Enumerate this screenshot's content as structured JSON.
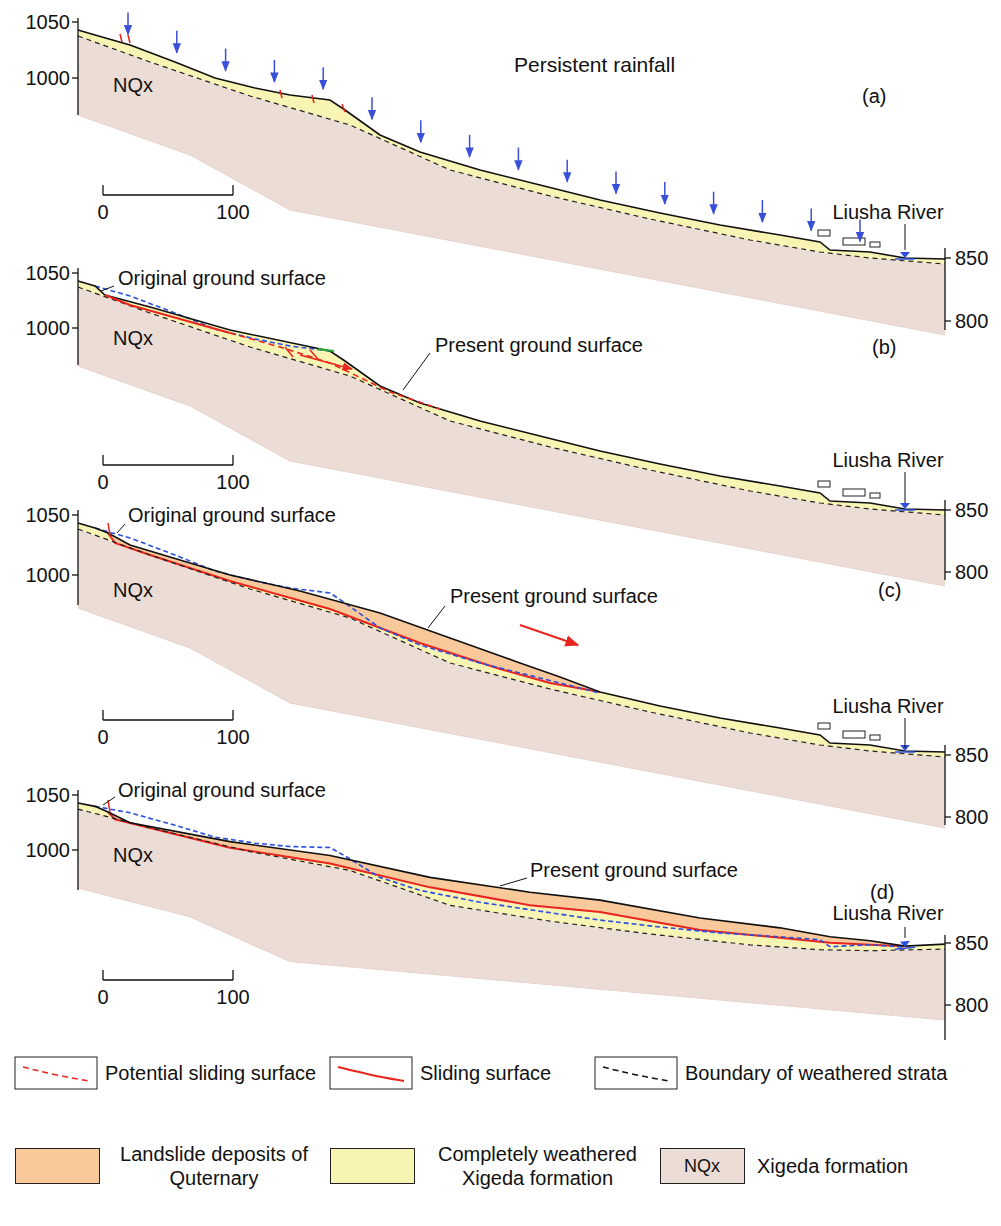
{
  "diagram": {
    "labels": [
      "1050",
      "1000",
      "NQx",
      "Persistent rainfall",
      "(a)",
      "0",
      "100",
      "Liusha River",
      "850",
      "800",
      "1050",
      "1000",
      "Original ground surface",
      "NQx",
      "Present ground surface",
      "(b)",
      "0",
      "100",
      "Liusha River",
      "850",
      "800",
      "1050",
      "1000",
      "Original ground surface",
      "NQx",
      "Present ground surface",
      "(c)",
      "0",
      "100",
      "Liusha River",
      "850",
      "800",
      "1050",
      "Original ground surface",
      "1000",
      "NQx",
      "Present ground surface",
      "0",
      "100",
      "(d)",
      "Liusha River",
      "850",
      "800",
      "NQx"
    ],
    "legend": [
      {
        "text": "Potential sliding surface"
      },
      {
        "text": "Sliding surface"
      },
      {
        "text": "Boundary of weathered strata"
      },
      {
        "text": "Landslide deposits of Quternary",
        "color": "#f9c99b"
      },
      {
        "text": "Completely weathered Xigeda formation",
        "color": "#f8f4b4"
      },
      {
        "text": "Xigeda formation",
        "color": "#ecdcd6"
      }
    ]
  }
}
